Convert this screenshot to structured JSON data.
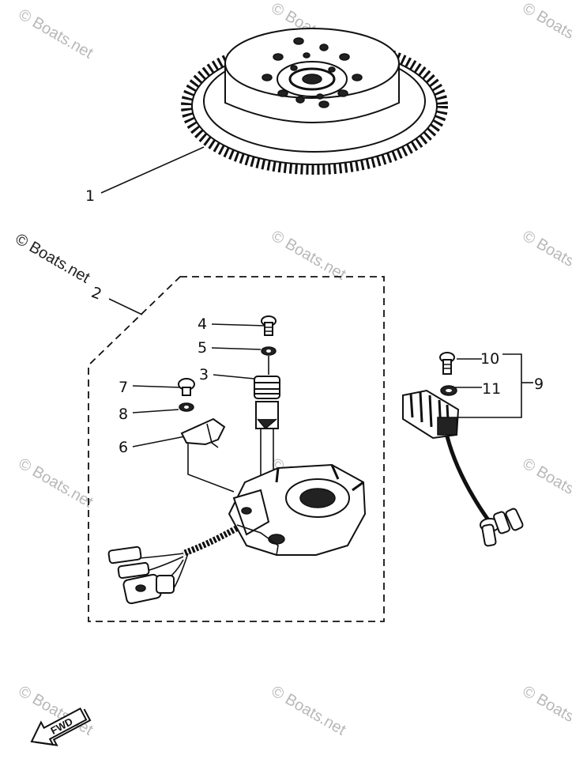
{
  "watermark_text": "© Boats.net",
  "fwd_label": "FWD",
  "callouts": {
    "c1": "1",
    "c2": "2",
    "c3": "3",
    "c4": "4",
    "c5": "5",
    "c6": "6",
    "c7": "7",
    "c8": "8",
    "c9": "9",
    "c10": "10",
    "c11": "11"
  }
}
